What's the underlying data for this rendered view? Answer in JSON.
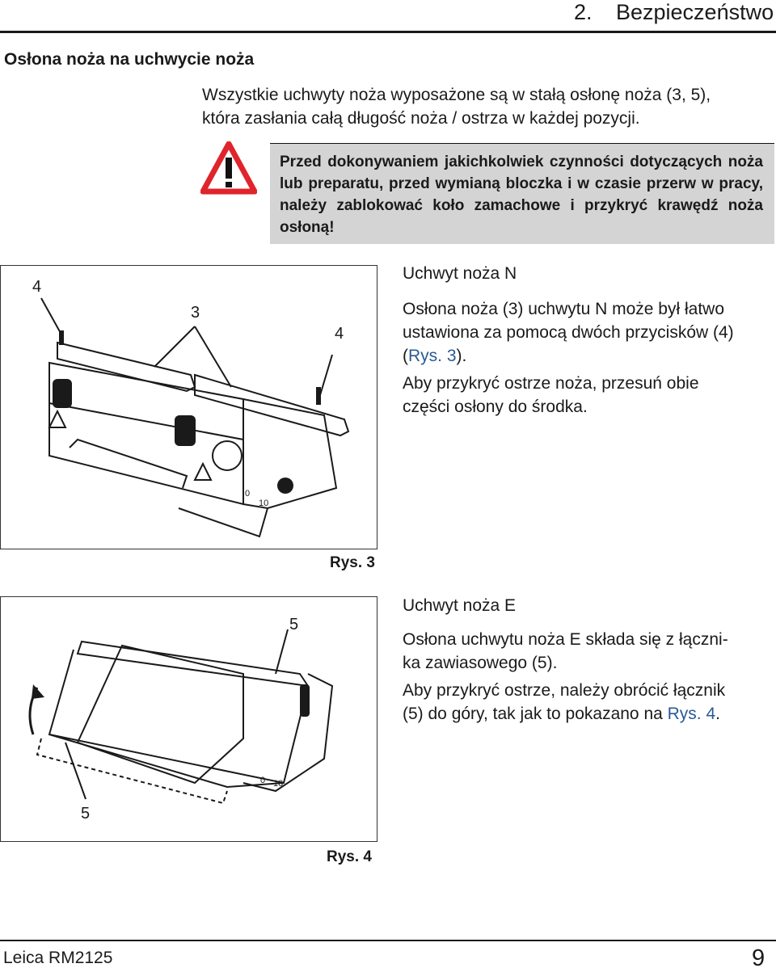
{
  "header": {
    "chapter_num": "2.",
    "chapter_title": "Bezpieczeństwo"
  },
  "section": {
    "title": "Osłona noża na uchwycie noża",
    "intro_line1": "Wszystkie uchwyty noża wyposażone są w stałą osłonę noża (3, 5),",
    "intro_line2": "która zasłania całą długość noża / ostrza w każdej pozycji."
  },
  "warning": {
    "icon": "warning-triangle-icon",
    "text": "Przed dokonywaniem jakichkolwiek czynności dotyczących noża lub preparatu, przed wymianą bloczka i w czasie przerw w pracy, należy zablokować koło zamachowe i przykryć krawędź noża osłoną!",
    "color": "#d4d4d4",
    "icon_color": "#e0242c"
  },
  "figure3": {
    "caption": "Rys. 3",
    "callouts": [
      "4",
      "3",
      "4"
    ],
    "scale_labels": [
      "0",
      "10"
    ]
  },
  "figure4": {
    "caption": "Rys. 4",
    "callouts": [
      "5",
      "5"
    ],
    "scale_labels": [
      "0",
      "10"
    ]
  },
  "holder_n": {
    "heading": "Uchwyt noża N",
    "p1_a": "Osłona noża (3) uchwytu N może był łatwo",
    "p1_b": "ustawiona za pomocą dwóch przycisków (4)",
    "p1_c_open": "(",
    "p1_c_link": "Rys. 3",
    "p1_c_close": ").",
    "p2_a": "Aby przykryć ostrze noża, przesuń obie",
    "p2_b": "części osłony do środka."
  },
  "holder_e": {
    "heading": "Uchwyt noża E",
    "p1_a": "Osłona uchwytu noża E składa się z łączni-",
    "p1_b": "ka zawiasowego (5).",
    "p2_a": "Aby przykryć ostrze, należy obrócić łącznik",
    "p2_b_pre": "(5) do góry, tak jak to pokazano na ",
    "p2_b_link": "Rys. 4",
    "p2_b_post": "."
  },
  "footer": {
    "product": "Leica RM2125",
    "page": "9"
  },
  "colors": {
    "link": "#2a5a95",
    "text": "#1a1a1a"
  }
}
